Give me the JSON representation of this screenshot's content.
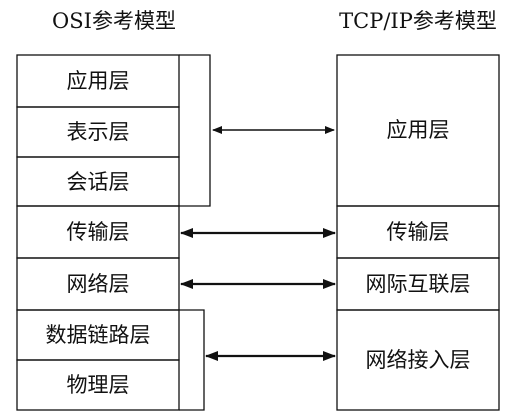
{
  "osi": {
    "title": "OSI参考模型",
    "layers": [
      {
        "id": "application",
        "label": "应用层"
      },
      {
        "id": "presentation",
        "label": "表示层"
      },
      {
        "id": "session",
        "label": "会话层"
      },
      {
        "id": "transport",
        "label": "传输层"
      },
      {
        "id": "network",
        "label": "网络层"
      },
      {
        "id": "datalink",
        "label": "数据链路层"
      },
      {
        "id": "physical",
        "label": "物理层"
      }
    ]
  },
  "tcpip": {
    "title": "TCP/IP参考模型",
    "layers": [
      {
        "id": "application",
        "label": "应用层"
      },
      {
        "id": "transport",
        "label": "传输层"
      },
      {
        "id": "internet",
        "label": "网际互联层"
      },
      {
        "id": "network-access",
        "label": "网络接入层"
      }
    ]
  },
  "mappings": [
    {
      "from": [
        "application",
        "presentation",
        "session"
      ],
      "to": "application",
      "arrow": "thin"
    },
    {
      "from": [
        "transport"
      ],
      "to": "transport",
      "arrow": "thick"
    },
    {
      "from": [
        "network"
      ],
      "to": "internet",
      "arrow": "thick"
    },
    {
      "from": [
        "datalink",
        "physical"
      ],
      "to": "network-access",
      "arrow": "thick"
    }
  ]
}
